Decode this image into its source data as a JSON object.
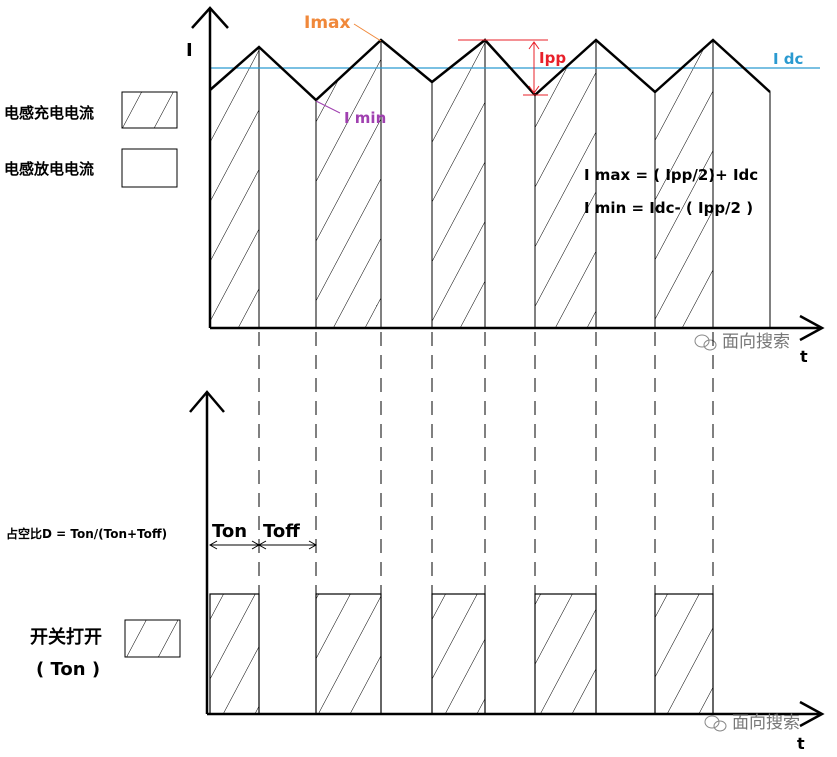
{
  "top_chart": {
    "y_axis_label": "I",
    "x_axis_label": "t",
    "imax_label": "Imax",
    "imin_label": "I min",
    "ipp_label": "Ipp",
    "idc_label": "I dc",
    "formula_imax": "I max = ( Ipp/2)+ Idc",
    "formula_imin": "I min = Idc- ( Ipp/2 )",
    "legend_charge": "电感充电电流",
    "legend_discharge": "电感放电电流",
    "watermark": "面向搜索",
    "colors": {
      "imax": "#f0883a",
      "imin": "#a040b0",
      "ipp": "#e8202a",
      "idc": "#2a9ad0"
    }
  },
  "bottom_chart": {
    "x_axis_label": "t",
    "duty_cycle_text": "占空比D = Ton/(Ton+Toff)",
    "ton_label": "Ton",
    "toff_label": "Toff",
    "legend_switch_line1": "开关打开",
    "legend_switch_line2": "( Ton )",
    "watermark": "面向搜索"
  }
}
